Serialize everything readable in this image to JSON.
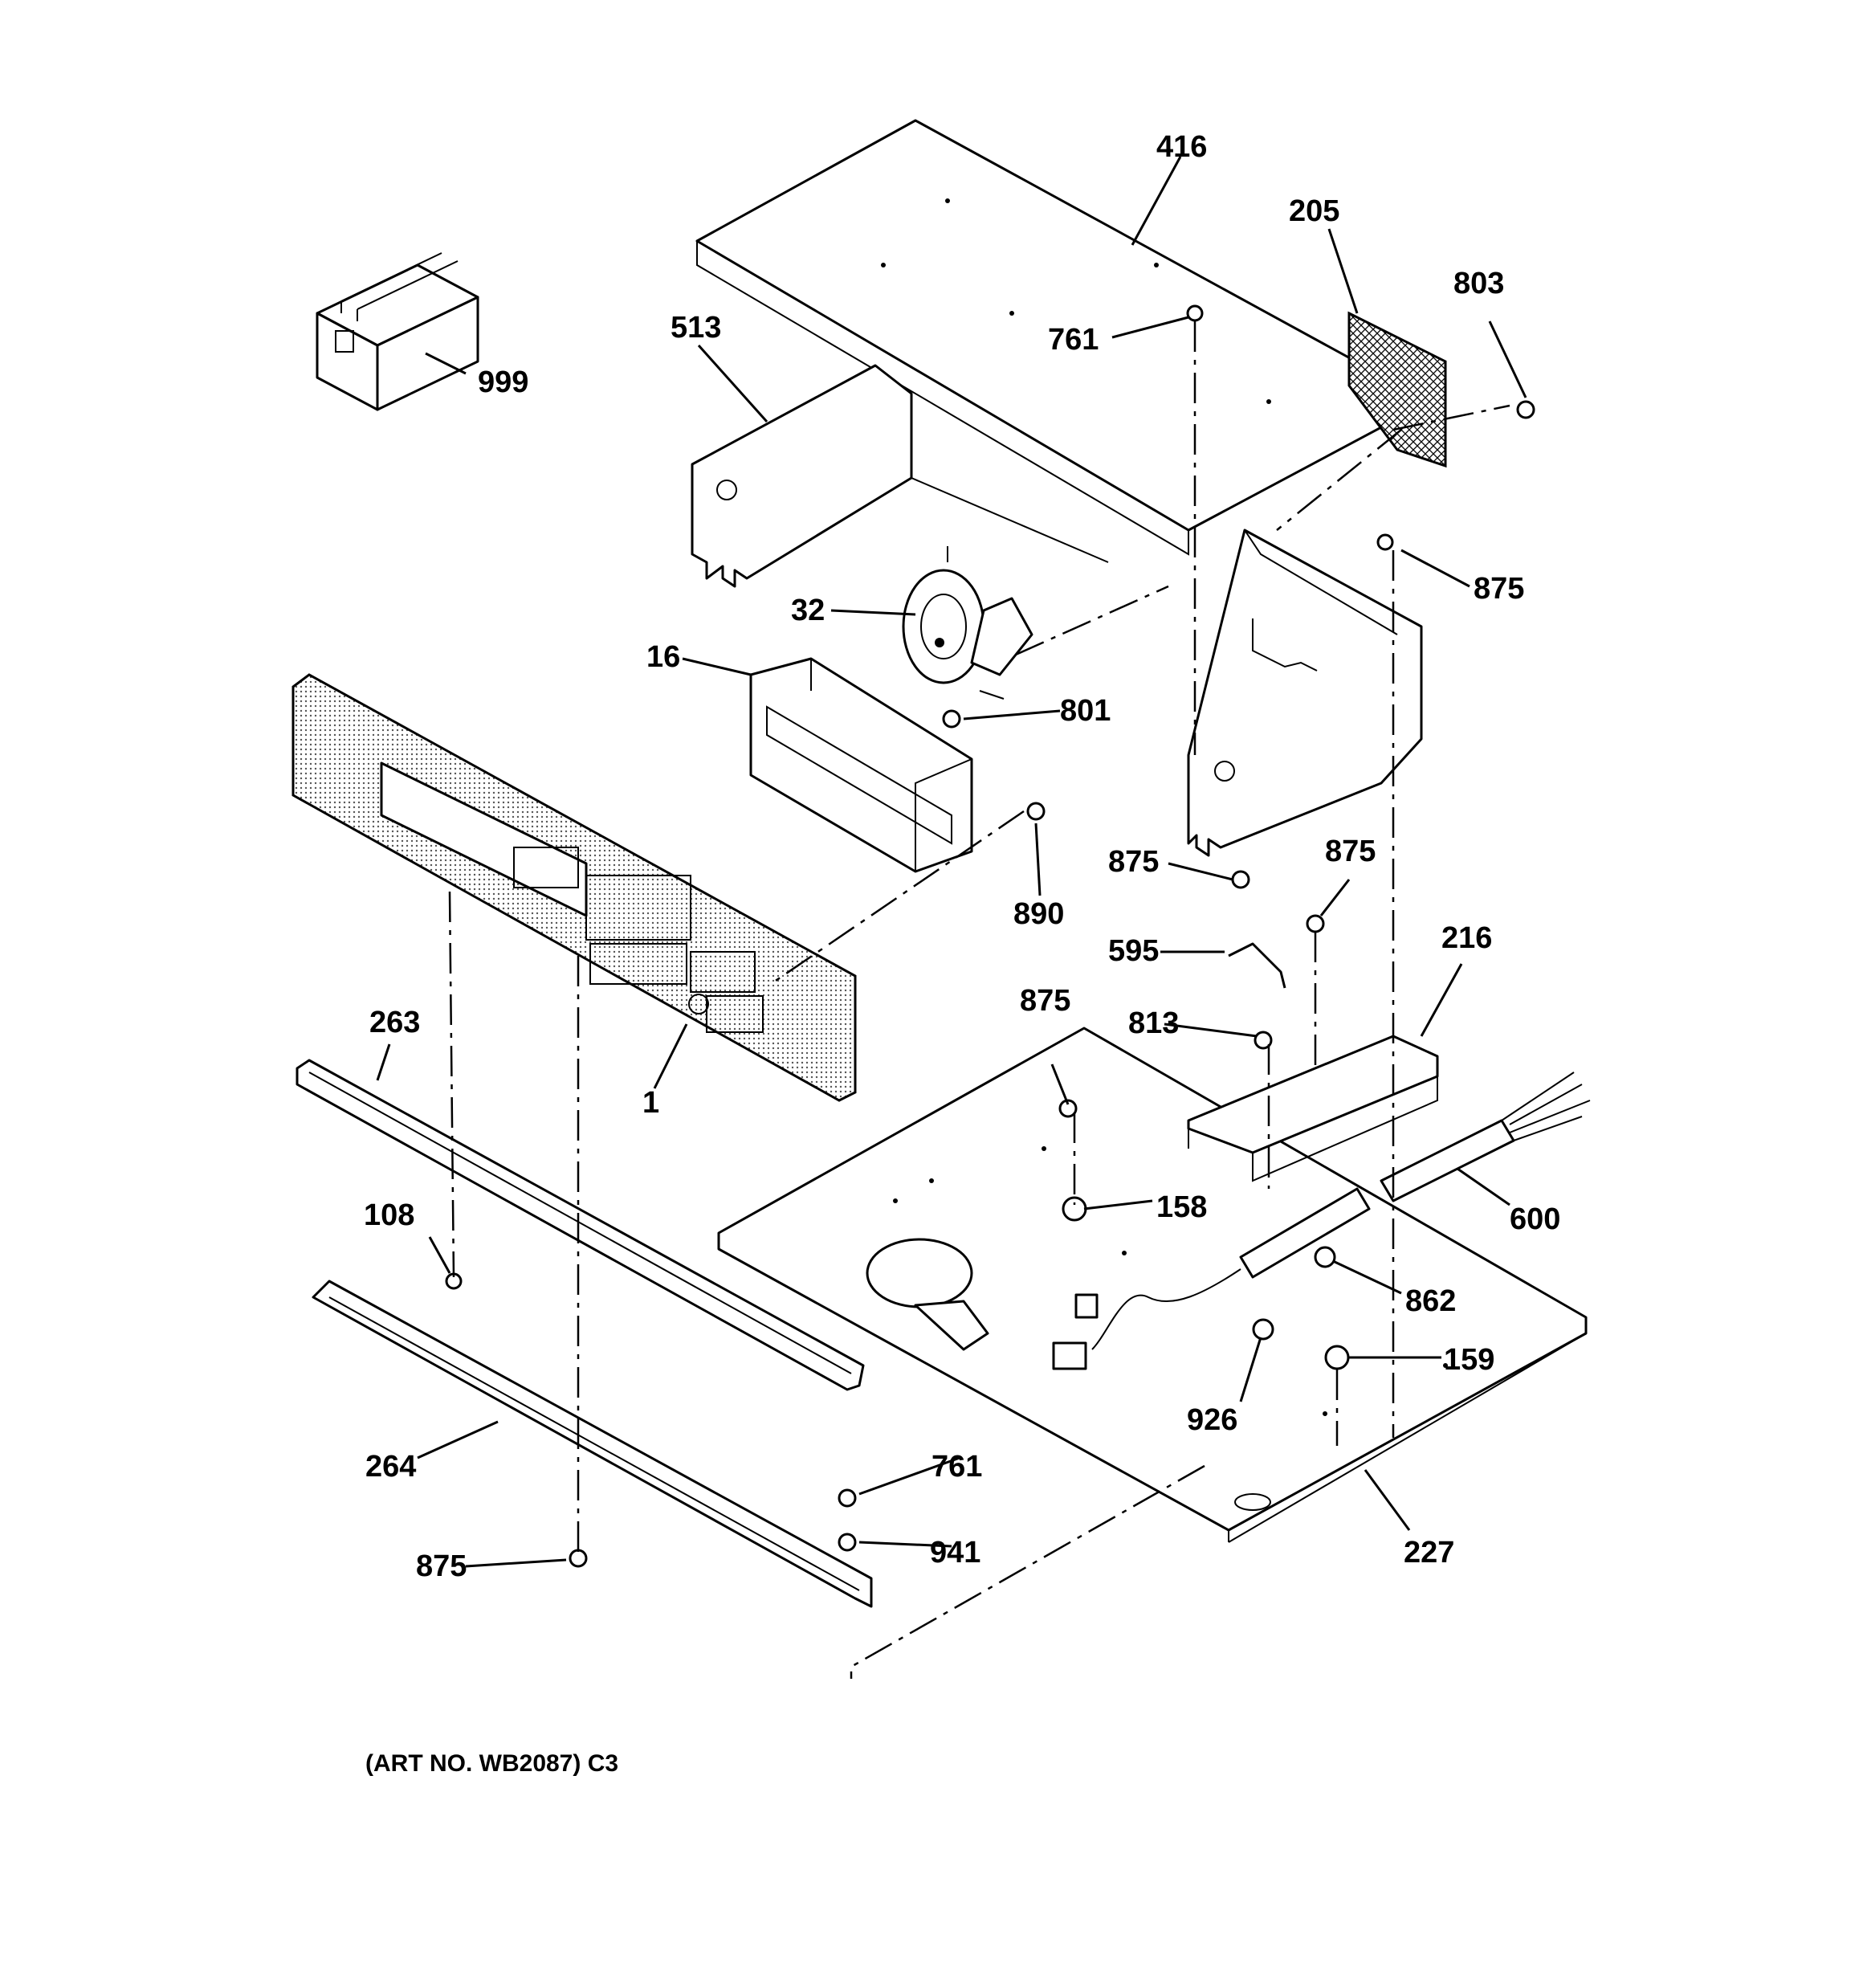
{
  "labels": {
    "p416": "416",
    "p205": "205",
    "p803": "803",
    "p761a": "761",
    "p513": "513",
    "p999": "999",
    "p875a": "875",
    "p32": "32",
    "p16": "16",
    "p801": "801",
    "p890": "890",
    "p875b": "875",
    "p875c": "875",
    "p595": "595",
    "p216": "216",
    "p875d": "875",
    "p813": "813",
    "p263": "263",
    "p1": "1",
    "p158": "158",
    "p600": "600",
    "p108": "108",
    "p862": "862",
    "p159": "159",
    "p926": "926",
    "p761b": "761",
    "p264": "264",
    "p941": "941",
    "p875e": "875",
    "p227": "227"
  },
  "art_number": "(ART NO. WB2087) C3"
}
